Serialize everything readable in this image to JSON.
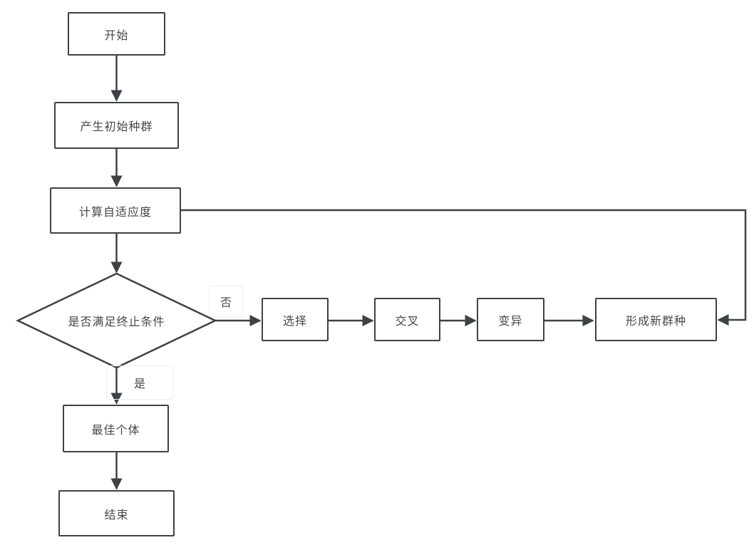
{
  "diagram": {
    "nodes": [
      {
        "id": "start",
        "shape": "rect",
        "label": "开始"
      },
      {
        "id": "init-population",
        "shape": "rect",
        "label": "产生初始种群"
      },
      {
        "id": "compute-fitness",
        "shape": "rect",
        "label": "计算自适应度"
      },
      {
        "id": "termination-check",
        "shape": "diamond",
        "label": "是否满足终止条件"
      },
      {
        "id": "selection",
        "shape": "rect",
        "label": "选择"
      },
      {
        "id": "crossover",
        "shape": "rect",
        "label": "交叉"
      },
      {
        "id": "mutation",
        "shape": "rect",
        "label": "变异"
      },
      {
        "id": "new-population",
        "shape": "rect",
        "label": "形成新群种"
      },
      {
        "id": "best-individual",
        "shape": "rect",
        "label": "最佳个体"
      },
      {
        "id": "end",
        "shape": "rect",
        "label": "结束"
      }
    ],
    "edge_labels": {
      "no": "否",
      "yes": "是"
    },
    "edges": [
      {
        "from": "start",
        "to": "init-population",
        "label": ""
      },
      {
        "from": "init-population",
        "to": "compute-fitness",
        "label": ""
      },
      {
        "from": "compute-fitness",
        "to": "termination-check",
        "label": ""
      },
      {
        "from": "termination-check",
        "to": "selection",
        "label": "否"
      },
      {
        "from": "selection",
        "to": "crossover",
        "label": ""
      },
      {
        "from": "crossover",
        "to": "mutation",
        "label": ""
      },
      {
        "from": "mutation",
        "to": "new-population",
        "label": ""
      },
      {
        "from": "compute-fitness",
        "to": "new-population",
        "label": ""
      },
      {
        "from": "termination-check",
        "to": "best-individual",
        "label": "是"
      },
      {
        "from": "best-individual",
        "to": "end",
        "label": ""
      }
    ],
    "colors": {
      "stroke": "#3d4246",
      "text": "#474747",
      "background": "#ffffff",
      "label_border": "#ededed"
    }
  }
}
